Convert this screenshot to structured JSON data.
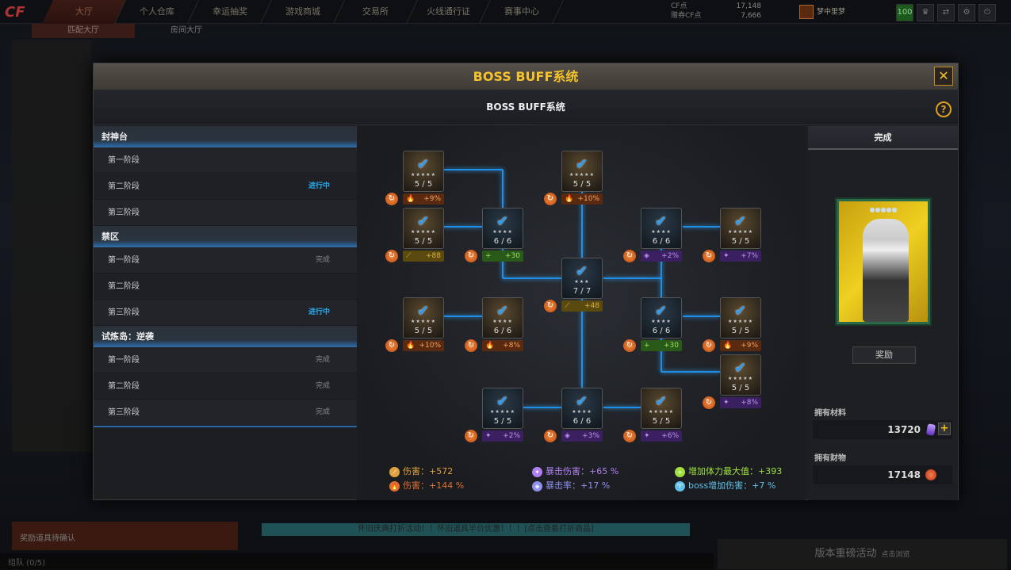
{
  "topbar": {
    "nav": [
      "大厅",
      "个人仓库",
      "幸运抽奖",
      "游戏商城",
      "交易所",
      "火线通行证",
      "赛事中心"
    ],
    "subnav": [
      "匹配大厅",
      "房间大厅"
    ],
    "cf_label": "CF点",
    "cf_value": "17,148",
    "bonus_cf_label": "赠券CF点",
    "bonus_cf_value": "7,666",
    "username": "梦中里梦",
    "level": "100"
  },
  "background": {
    "ticker": "怀旧庆典打折活动！！怀旧道具半价优惠！！！[点击查看打折商品]",
    "reward_confirm": "奖励道具待确认",
    "team": "组队 (0/5)",
    "event": "版本重磅活动",
    "event_sub": "点击浏览"
  },
  "modal": {
    "title": "BOSS BUFF系统",
    "subtitle": "BOSS BUFF系统",
    "close": "✕",
    "help": "?",
    "groups": [
      {
        "name": "封神台",
        "stages": [
          {
            "label": "第一阶段",
            "status": ""
          },
          {
            "label": "第二阶段",
            "status": "进行中"
          },
          {
            "label": "第三阶段",
            "status": ""
          }
        ]
      },
      {
        "name": "禁区",
        "stages": [
          {
            "label": "第一阶段",
            "status": "完成"
          },
          {
            "label": "第二阶段",
            "status": ""
          },
          {
            "label": "第三阶段",
            "status": "进行中"
          }
        ]
      },
      {
        "name": "试炼岛：逆袭",
        "stages": [
          {
            "label": "第一阶段",
            "status": "完成"
          },
          {
            "label": "第二阶段",
            "status": "完成"
          },
          {
            "label": "第三阶段",
            "status": "完成"
          }
        ]
      }
    ],
    "nodes": [
      {
        "progress": "5 / 5",
        "stars": "★★★★★",
        "type": "fire",
        "bonus": "+9%"
      },
      {
        "progress": "5 / 5",
        "stars": "★★★★★",
        "type": "fire",
        "bonus": "+10%"
      },
      {
        "progress": "5 / 5",
        "stars": "★★★★★",
        "type": "knife",
        "bonus": "+88"
      },
      {
        "progress": "6 / 6",
        "stars": "★★★★",
        "type": "hp",
        "bonus": "+30"
      },
      {
        "progress": "6 / 6",
        "stars": "★★★★",
        "type": "critrate",
        "bonus": "+2%"
      },
      {
        "progress": "5 / 5",
        "stars": "★★★★★",
        "type": "critdmg",
        "bonus": "+7%"
      },
      {
        "progress": "7 / 7",
        "stars": "★★★",
        "type": "knife",
        "bonus": "+48"
      },
      {
        "progress": "5 / 5",
        "stars": "★★★★★",
        "type": "fire",
        "bonus": "+10%"
      },
      {
        "progress": "6 / 6",
        "stars": "★★★★",
        "type": "fire",
        "bonus": "+8%"
      },
      {
        "progress": "6 / 6",
        "stars": "★★★★",
        "type": "hp",
        "bonus": "+30"
      },
      {
        "progress": "5 / 5",
        "stars": "★★★★★",
        "type": "fire",
        "bonus": "+9%"
      },
      {
        "progress": "5 / 5",
        "stars": "★★★★★",
        "type": "critdmg",
        "bonus": "+8%"
      },
      {
        "progress": "5 / 5",
        "stars": "★★★★★",
        "type": "critdmg",
        "bonus": "+2%"
      },
      {
        "progress": "6 / 6",
        "stars": "★★★★",
        "type": "critrate",
        "bonus": "+3%"
      },
      {
        "progress": "5 / 5",
        "stars": "★★★★★",
        "type": "critdmg",
        "bonus": "+6%"
      }
    ],
    "summary": [
      {
        "text": "伤害：+572",
        "color": "#e0a040",
        "icon": "knife"
      },
      {
        "text": "伤害：+144 %",
        "color": "#e07030",
        "icon": "fire"
      },
      {
        "text": "暴击伤害：+65 %",
        "color": "#b080f0",
        "icon": "critdmg"
      },
      {
        "text": "暴击率：+17 %",
        "color": "#9090f0",
        "icon": "critrate"
      },
      {
        "text": "增加体力最大值：+393",
        "color": "#a0e040",
        "icon": "hp"
      },
      {
        "text": "boss增加伤害：+7 %",
        "color": "#60c0e8",
        "icon": "boss"
      }
    ],
    "right": {
      "header": "完成",
      "card_stars": "●●●●●",
      "reward_button": "奖励",
      "materials_label": "拥有材料",
      "materials_value": "13720",
      "wealth_label": "拥有财物",
      "wealth_value": "17148",
      "plus": "+"
    },
    "colors": {
      "title": "#f3c22c",
      "link_line": "#1e8ee8",
      "running": "#2aa8e8"
    }
  }
}
